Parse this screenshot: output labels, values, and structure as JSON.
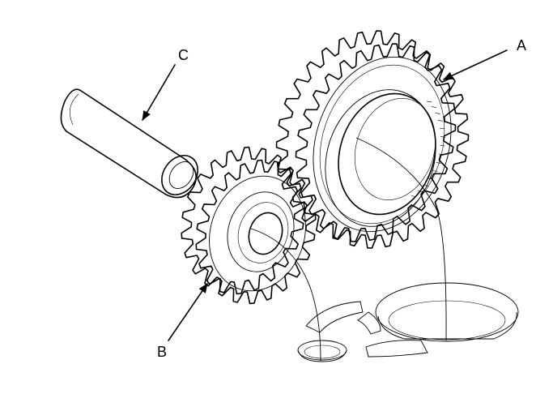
{
  "diagram": {
    "labels": {
      "a": "A",
      "b": "B",
      "c": "C"
    },
    "parts": [
      {
        "callout": "A",
        "icon": "large-gear"
      },
      {
        "callout": "B",
        "icon": "small-gear"
      },
      {
        "callout": "C",
        "icon": "sleeve-tube"
      }
    ],
    "ink_color": "#000000",
    "background_color": "#ffffff"
  }
}
